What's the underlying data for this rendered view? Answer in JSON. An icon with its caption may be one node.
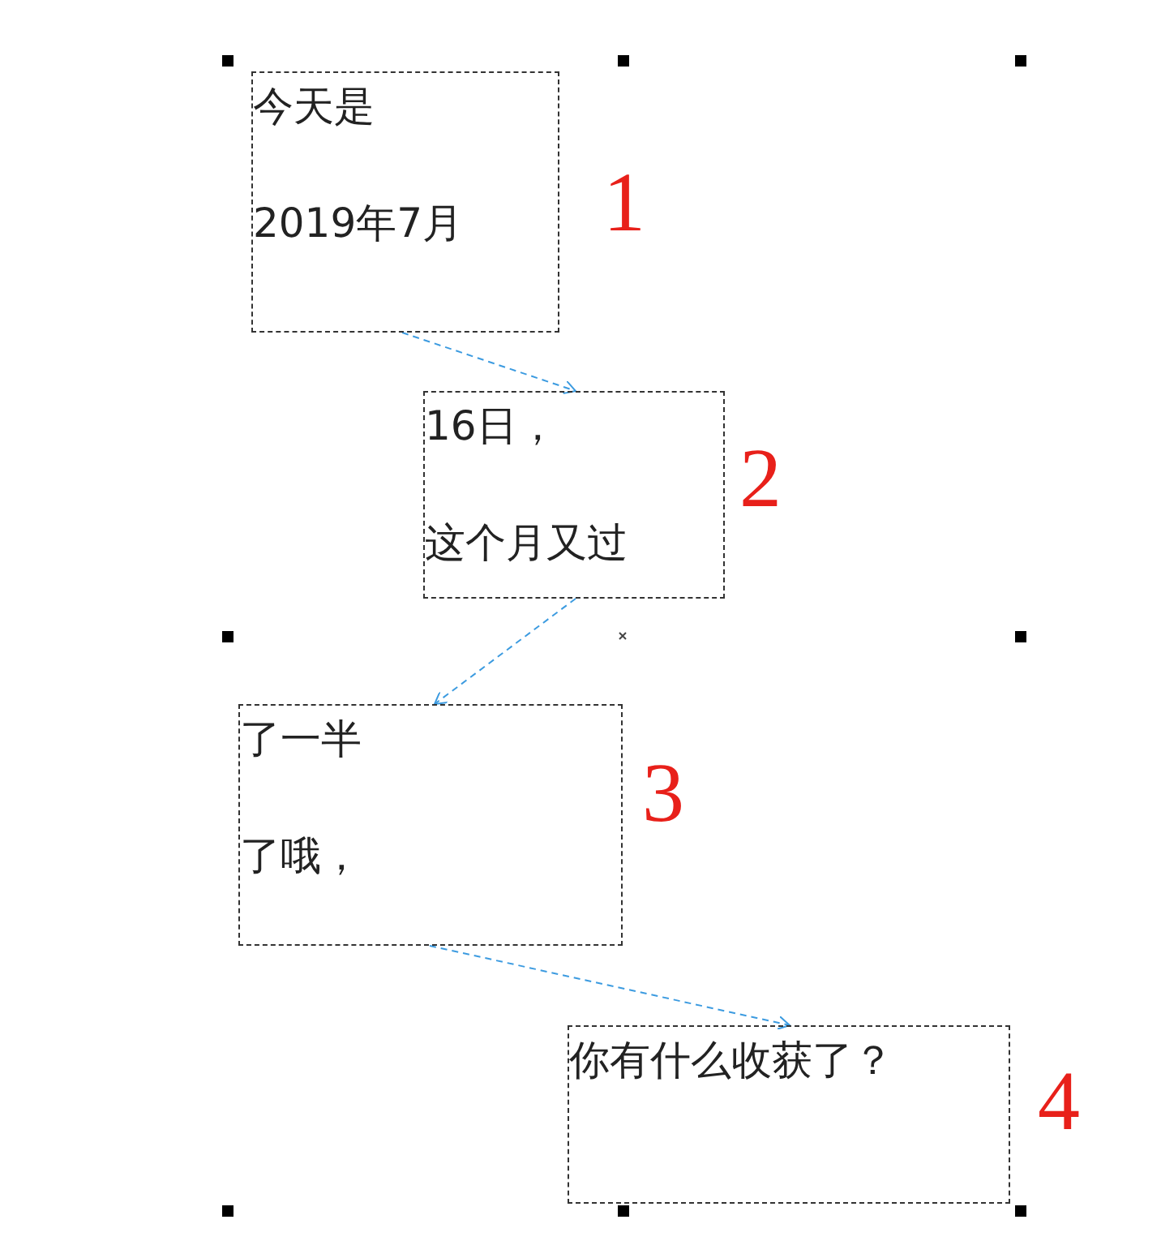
{
  "diagram": {
    "nodes": [
      {
        "text": [
          "今天是",
          "2019年7月"
        ],
        "beside": [
          "1"
        ]
      },
      {
        "text": [
          "16日，",
          "这个月又过"
        ],
        "beside": [
          "2"
        ]
      },
      {
        "text": [
          "了一半",
          "了哦，"
        ],
        "beside": [
          "3"
        ]
      },
      {
        "text": [
          "你有什么收获了？"
        ],
        "beside": [
          "4"
        ]
      }
    ],
    "edges": [
      {
        "from": 0,
        "to": 1,
        "arrow": "to",
        "style": "dashed",
        "color": "#3c9be0"
      },
      {
        "from": 1,
        "to": 2,
        "arrow": "to",
        "style": "dashed",
        "color": "#3c9be0"
      },
      {
        "from": 2,
        "to": 3,
        "arrow": "to",
        "style": "dashed",
        "color": "#3c9be0"
      }
    ]
  }
}
